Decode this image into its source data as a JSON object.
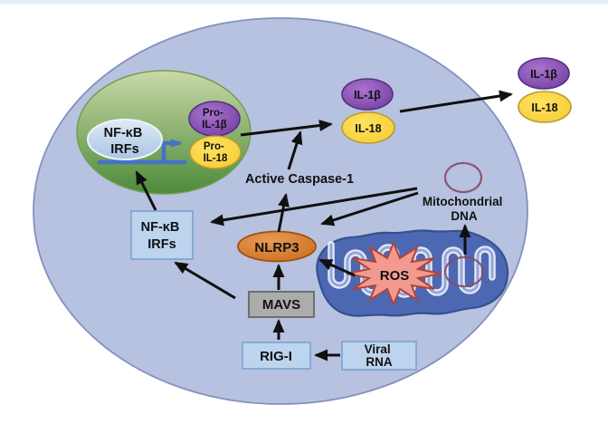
{
  "figure": {
    "nucleus": {
      "tf": {
        "line1": "NF-κB",
        "line2": "IRFs"
      },
      "pro_il1b": {
        "line1": "Pro-",
        "line2": "IL-1β"
      },
      "pro_il18": {
        "line1": "Pro-",
        "line2": "IL-18"
      }
    },
    "cytoplasm": {
      "il1b": "IL-1β",
      "il18": "IL-18",
      "active_caspase1": "Active Caspase-1",
      "nlrp3": "NLRP3",
      "nfkb_box": {
        "line1": "NF-κB",
        "line2": "IRFs"
      },
      "mavs": "MAVS",
      "rigi": "RIG-I",
      "viral_rna": {
        "line1": "Viral",
        "line2": "RNA"
      },
      "mito_dna_label": {
        "line1": "Mitochondrial",
        "line2": "DNA"
      },
      "ros": "ROS"
    },
    "extracellular": {
      "il1b": "IL-1β",
      "il18": "IL-18"
    }
  },
  "colors": {
    "top_bar": "#e6edf5",
    "cell_fill": "#b7c2e0",
    "cell_stroke": "#8490c0",
    "nucleus_top": "#cbd9a8",
    "nucleus_bottom": "#4c8a39",
    "nucleus_stroke": "#6f9e52",
    "tf_fill_top": "#dfeaf6",
    "tf_fill_bottom": "#a9c5e4",
    "tf_stroke": "#edf3fa",
    "purple_light": "#a973cc",
    "purple_deep": "#6f3aa0",
    "purple_stroke": "#533080",
    "yellow_light": "#ffe25e",
    "yellow_deep": "#f3cb35",
    "yellow_stroke": "#b99b2e",
    "orange_light": "#e89a52",
    "orange_deep": "#c96a1d",
    "orange_stroke": "#9c5210",
    "gray_fill": "#acacac",
    "gray_stroke": "#6f6f6f",
    "blue_box_fill": "#bdd4ee",
    "blue_box_stroke": "#7aa2cf",
    "mito_fill": "#4d68b3",
    "mito_stroke": "#36508e",
    "cristae_glow": "#ffffff",
    "cristae_core": "#93a7dd",
    "ros_fill": "#f29a90",
    "ros_stroke": "#ae443c",
    "caspase_red": "#e3222b",
    "promoter_blue": "#4472c8",
    "dna_red": "#c0392b",
    "dna_blue": "#4a5fa8",
    "arrow": "#101010"
  }
}
